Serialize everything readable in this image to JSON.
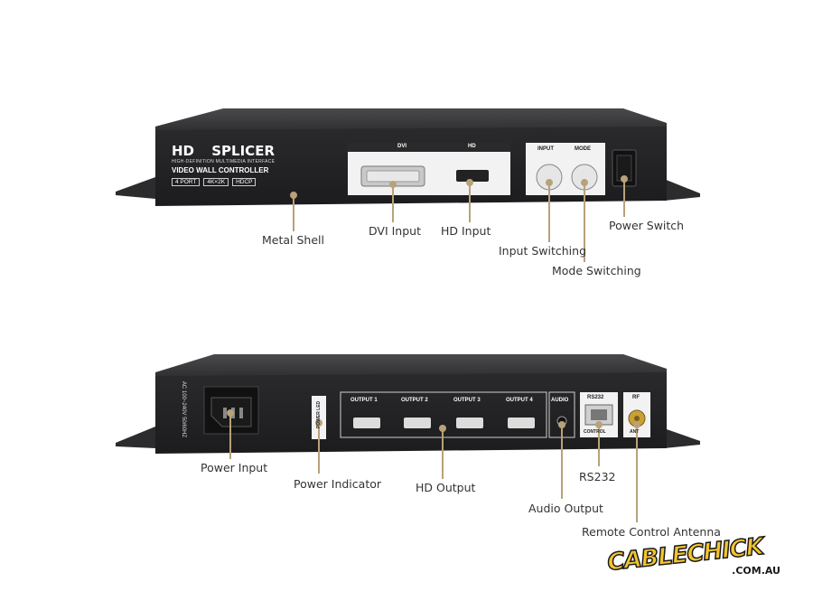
{
  "front_panel": {
    "brand": "HD",
    "brand_word": "SPLICER",
    "subtitle": "HIGH-DEFINITION MULTIMEDIA INTERFACE",
    "model": "VIDEO WALL CONTROLLER",
    "badges": [
      "4 PORT",
      "4K×2K",
      "HDCP"
    ],
    "port_labels": {
      "dvi": "DVI",
      "hd": "HD",
      "input": "INPUT",
      "mode": "MODE"
    }
  },
  "rear_panel": {
    "power_rating": "AC 100~240V 50/60HZ",
    "power_led": "POWER LED",
    "outputs": [
      "OUTPUT 1",
      "OUTPUT 2",
      "OUTPUT 3",
      "OUTPUT 4"
    ],
    "audio": "AUDIO",
    "rs232": "RS232",
    "control": "CONTROL",
    "rf": "RF",
    "ant": "ANT"
  },
  "callouts": {
    "metal_shell": "Metal Shell",
    "dvi_input": "DVI Input",
    "hd_input": "HD Input",
    "input_switching": "Input Switching",
    "mode_switching": "Mode Switching",
    "power_switch": "Power Switch",
    "power_input": "Power Input",
    "power_indicator": "Power Indicator",
    "hd_output": "HD Output",
    "audio_output": "Audio Output",
    "rs232": "RS232",
    "remote_antenna": "Remote Control Antenna"
  },
  "logo": {
    "name": "CABLECHICK",
    "domain": ".COM.AU"
  },
  "colors": {
    "device": "#2b2b2d",
    "device_top": "#3a3a3c",
    "leader": "#b8a27a",
    "label": "#333333"
  }
}
